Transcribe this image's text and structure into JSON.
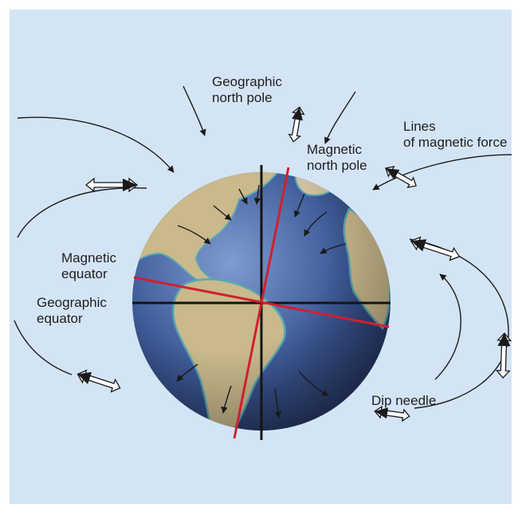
{
  "diagram": {
    "labels": {
      "geographic_north_pole": {
        "line1": "Geographic",
        "line2": "north pole"
      },
      "magnetic_north_pole": {
        "line1": "Magnetic",
        "line2": "north pole"
      },
      "lines_of_magnetic_force": {
        "line1": "Lines",
        "line2": "of magnetic force"
      },
      "magnetic_equator": {
        "line1": "Magnetic",
        "line2": "equator"
      },
      "geographic_equator": {
        "line1": "Geographic",
        "line2": "equator"
      },
      "dip_needle": "Dip needle"
    },
    "colors": {
      "background": "#d3e4f4",
      "ocean": "#3d5a97",
      "land": "#c9b98b",
      "magnetic_axis": "#d0202e",
      "geographic_axis": "#141414",
      "field_lines": "#1a1a1a",
      "needle_fill": "#ffffff"
    }
  }
}
